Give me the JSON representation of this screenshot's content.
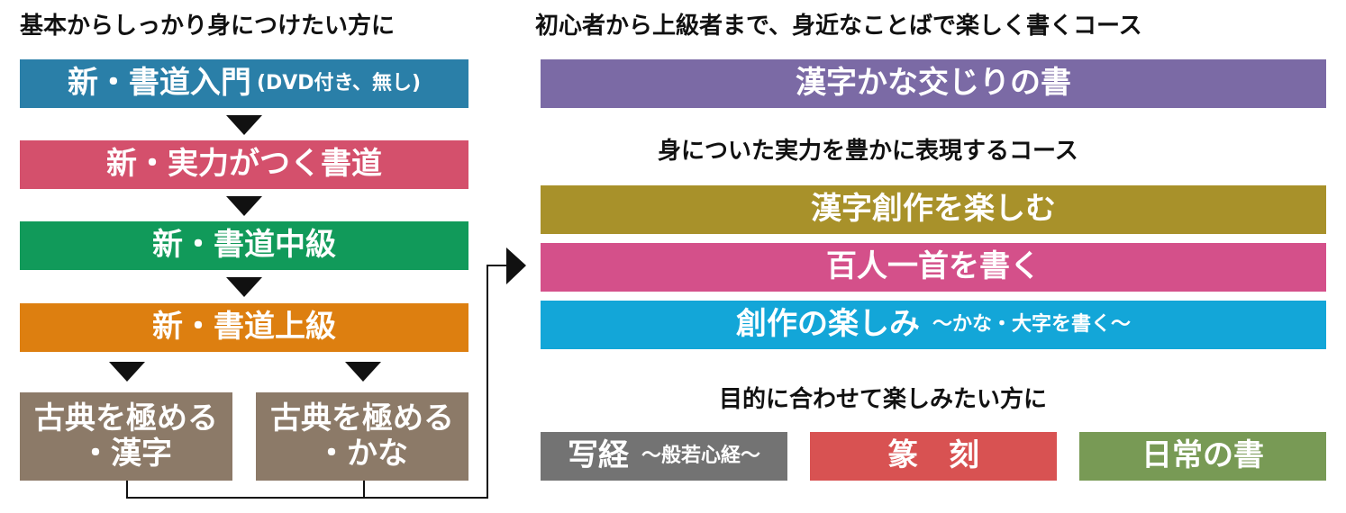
{
  "left": {
    "heading": "基本からしっかり身につけたい方に",
    "steps": [
      {
        "label": "新・書道入門",
        "sub": "(DVD付き、無し)",
        "color": "#2a7fa8"
      },
      {
        "label": "新・実力がつく書道",
        "color": "#d4506c"
      },
      {
        "label": "新・書道中級",
        "color": "#119a5a"
      },
      {
        "label": "新・書道上級",
        "color": "#dd7f10"
      }
    ],
    "branches": [
      {
        "line1": "古典を極める",
        "line2": "・漢字",
        "color": "#8c7a68"
      },
      {
        "line1": "古典を極める",
        "line2": "・かな",
        "color": "#8c7a68"
      }
    ]
  },
  "right": {
    "section1": {
      "heading": "初心者から上級者まで、身近なことばで楽しく書くコース",
      "courses": [
        {
          "label": "漢字かな交じりの書",
          "color": "#7b6aa5"
        }
      ]
    },
    "section2": {
      "heading": "身についた実力を豊かに表現するコース",
      "courses": [
        {
          "label": "漢字創作を楽しむ",
          "color": "#a8912a"
        },
        {
          "label": "百人一首を書く",
          "color": "#d4508a"
        },
        {
          "label": "創作の楽しみ",
          "sub": "～かな・大字を書く～",
          "color": "#13a6d8"
        }
      ]
    },
    "section3": {
      "heading": "目的に合わせて楽しみたい方に",
      "courses": [
        {
          "label": "写経",
          "sub": "～般若心経～",
          "color": "#737373"
        },
        {
          "label": "篆　刻",
          "color": "#d85252"
        },
        {
          "label": "日常の書",
          "color": "#789a55"
        }
      ]
    }
  },
  "colors": {
    "arrow": "#111111",
    "text": "#111111"
  }
}
